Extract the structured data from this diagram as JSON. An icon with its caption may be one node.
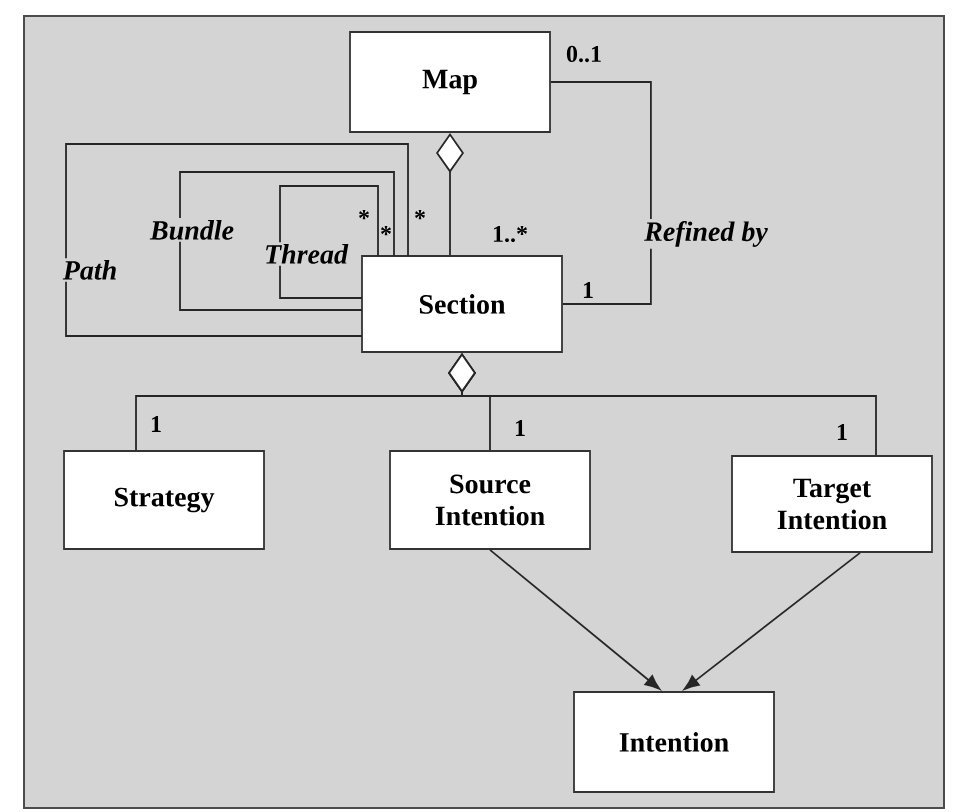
{
  "diagram": {
    "nodes": [
      {
        "text": [
          "Map"
        ]
      },
      {
        "text": [
          "Section"
        ]
      },
      {
        "text": [
          "Strategy"
        ]
      },
      {
        "text": [
          "Source Intention"
        ]
      },
      {
        "text": [
          "Target Intention"
        ]
      },
      {
        "text": [
          "Intention"
        ]
      }
    ],
    "edges": [
      {
        "from": 1,
        "to": 0,
        "arrow": "other"
      },
      {
        "from": 0,
        "to": 1,
        "arrow": "none",
        "label": "Refined by"
      },
      {
        "from": 1,
        "to": 1,
        "arrow": "none",
        "label": "Path"
      },
      {
        "from": 1,
        "to": 1,
        "arrow": "none",
        "label": "Bundle"
      },
      {
        "from": 1,
        "to": 1,
        "arrow": "none",
        "label": "Thread"
      },
      {
        "from": 2,
        "to": 1,
        "arrow": "other"
      },
      {
        "from": 3,
        "to": 1,
        "arrow": "other"
      },
      {
        "from": 4,
        "to": 1,
        "arrow": "other"
      },
      {
        "from": 3,
        "to": 5,
        "arrow": "to"
      },
      {
        "from": 4,
        "to": 5,
        "arrow": "to"
      }
    ],
    "labels": [
      "0..1",
      "*",
      "*",
      "*",
      "1..*",
      "1",
      "1",
      "1",
      "1"
    ]
  }
}
